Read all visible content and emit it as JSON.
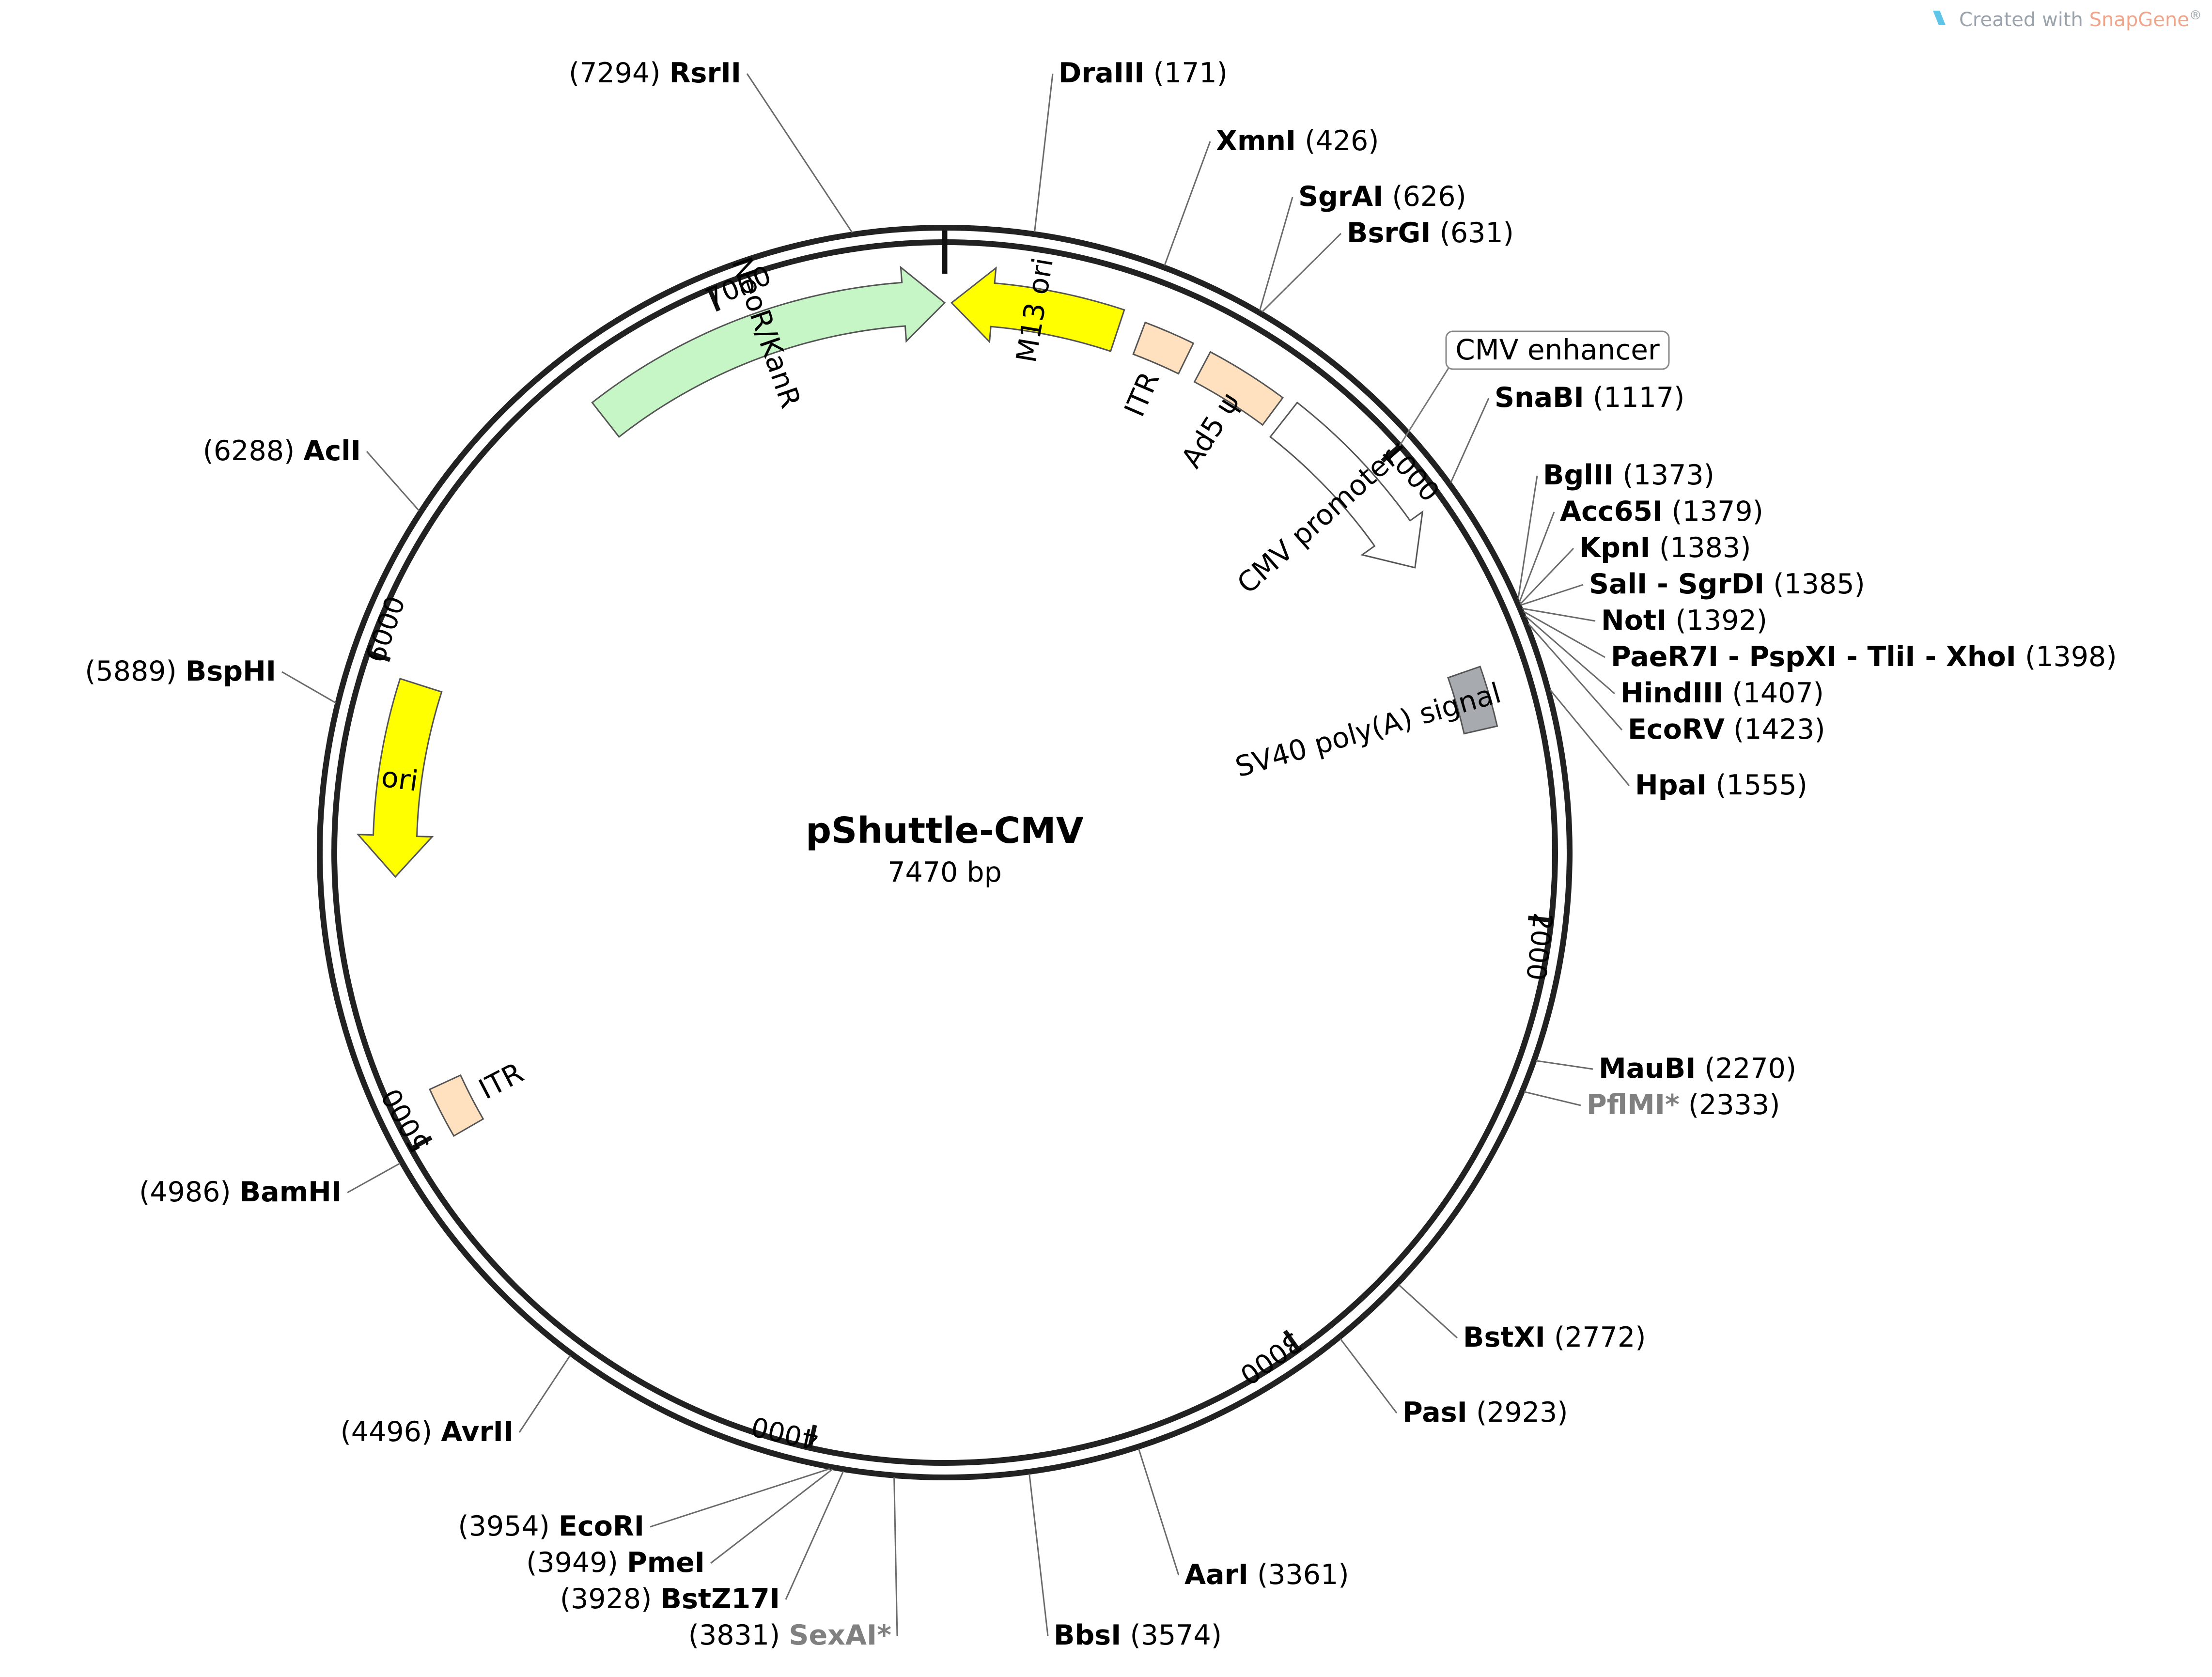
{
  "plasmid": {
    "name": "pShuttle-CMV",
    "size_label": "7470 bp",
    "length": 7470
  },
  "credit": {
    "prefix": "Created with ",
    "brand": "SnapGene",
    "suffix": "®",
    "brand_color": "#f0a58a",
    "text_color": "#9aa3ab"
  },
  "ticks": [
    {
      "pos": 1000,
      "label": "1000"
    },
    {
      "pos": 2000,
      "label": "2000"
    },
    {
      "pos": 3000,
      "label": "3000"
    },
    {
      "pos": 4000,
      "label": "4000"
    },
    {
      "pos": 5000,
      "label": "5000"
    },
    {
      "pos": 6000,
      "label": "6000"
    },
    {
      "pos": 7000,
      "label": "7000"
    }
  ],
  "features": [
    {
      "name": "NeoR/KanR",
      "kind": "arrow",
      "start": 6680,
      "end": 7470,
      "direction": "cw",
      "color": "#c6f5c6"
    },
    {
      "name": "M13 ori",
      "kind": "arrow",
      "start": 15,
      "end": 380,
      "direction": "ccw",
      "color": "#ffff00"
    },
    {
      "name": "ITR",
      "kind": "box",
      "start": 430,
      "end": 540,
      "color": "#ffe1c0"
    },
    {
      "name": "Ad5 ψ",
      "kind": "box",
      "start": 580,
      "end": 760,
      "color": "#ffe1c0"
    },
    {
      "name": "CMV promoter",
      "kind": "arrow",
      "start": 790,
      "end": 1220,
      "direction": "cw",
      "color": "#ffffff"
    },
    {
      "name": "SV40 poly(A) signal",
      "kind": "box",
      "start": 1470,
      "end": 1600,
      "color": "#a7abb0"
    },
    {
      "name": "ori",
      "kind": "arrow",
      "start": 5550,
      "end": 5970,
      "direction": "ccw",
      "color": "#ffff00"
    },
    {
      "name": "ITR",
      "kind": "box",
      "start": 4980,
      "end": 5090,
      "color": "#ffe1c0"
    }
  ],
  "callouts": [
    {
      "name": "CMV enhancer",
      "pos": 1000
    }
  ],
  "sites": [
    {
      "name": "RsrII",
      "position": "7294",
      "gray": false
    },
    {
      "name": "DraIII",
      "position": "171",
      "gray": false
    },
    {
      "name": "XmnI",
      "position": "426",
      "gray": false
    },
    {
      "name": "SgrAI",
      "position": "626",
      "gray": false
    },
    {
      "name": "BsrGI",
      "position": "631",
      "gray": false
    },
    {
      "name": "SnaBI",
      "position": "1117",
      "gray": false
    },
    {
      "name": "BglII",
      "position": "1373",
      "gray": false
    },
    {
      "name": "Acc65I",
      "position": "1379",
      "gray": false
    },
    {
      "name": "KpnI",
      "position": "1383",
      "gray": false
    },
    {
      "name": "SalI - SgrDI",
      "position": "1385",
      "gray": false
    },
    {
      "name": "NotI",
      "position": "1392",
      "gray": false
    },
    {
      "name": "PaeR7I - PspXI - TliI - XhoI",
      "position": "1398",
      "gray": false
    },
    {
      "name": "HindIII",
      "position": "1407",
      "gray": false
    },
    {
      "name": "EcoRV",
      "position": "1423",
      "gray": false
    },
    {
      "name": "HpaI",
      "position": "1555",
      "gray": false
    },
    {
      "name": "MauBI",
      "position": "2270",
      "gray": false
    },
    {
      "name": "PflMI*",
      "position": "2333",
      "gray": true
    },
    {
      "name": "BstXI",
      "position": "2772",
      "gray": false
    },
    {
      "name": "PasI",
      "position": "2923",
      "gray": false
    },
    {
      "name": "AarI",
      "position": "3361",
      "gray": false
    },
    {
      "name": "BbsI",
      "position": "3574",
      "gray": false
    },
    {
      "name": "SexAI*",
      "position": "3831",
      "gray": true
    },
    {
      "name": "BstZ17I",
      "position": "3928",
      "gray": false
    },
    {
      "name": "PmeI",
      "position": "3949",
      "gray": false
    },
    {
      "name": "EcoRI",
      "position": "3954",
      "gray": false
    },
    {
      "name": "AvrII",
      "position": "4496",
      "gray": false
    },
    {
      "name": "BamHI",
      "position": "4986",
      "gray": false
    },
    {
      "name": "BspHI",
      "position": "5889",
      "gray": false
    },
    {
      "name": "AclI",
      "position": "6288",
      "gray": false
    }
  ]
}
